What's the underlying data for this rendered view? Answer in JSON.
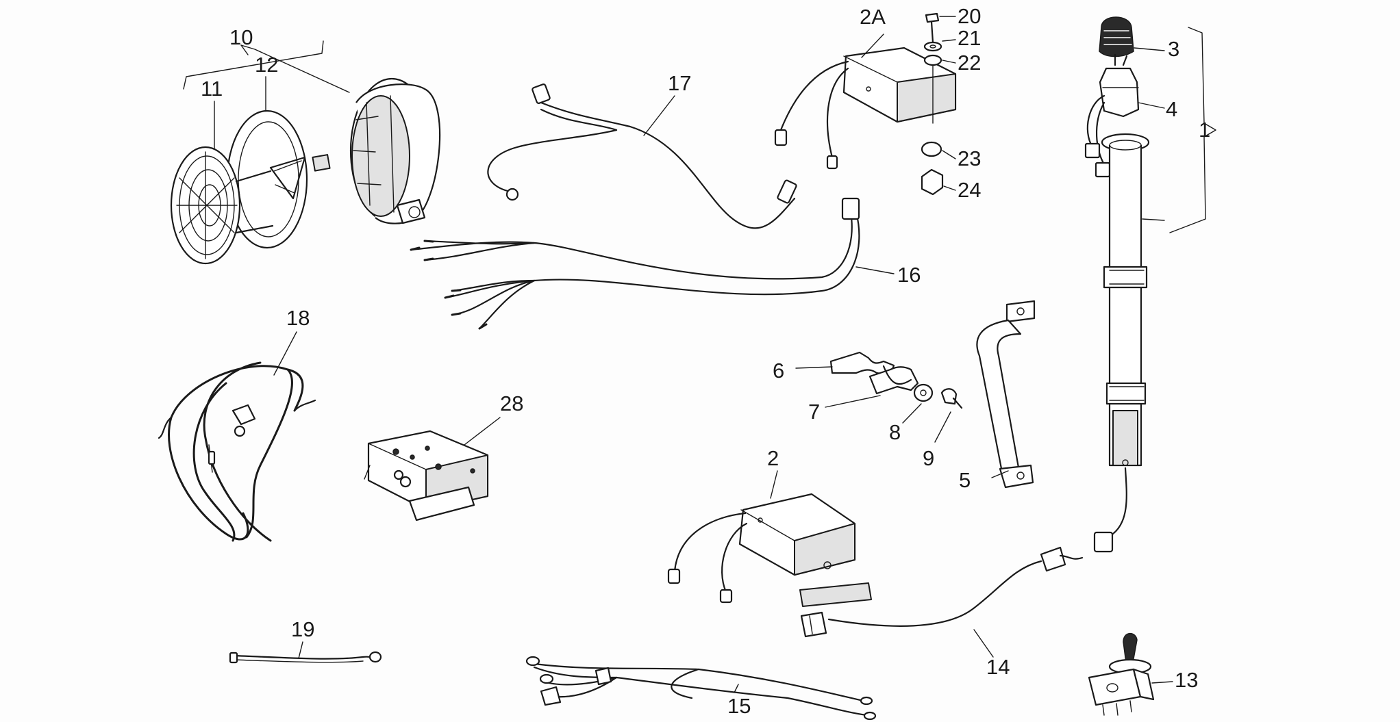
{
  "diagram": {
    "labels": {
      "l1": "1",
      "l2": "2",
      "l2a": "2A",
      "l3": "3",
      "l4": "4",
      "l5": "5",
      "l6": "6",
      "l7": "7",
      "l8": "8",
      "l9": "9",
      "l10": "10",
      "l11": "11",
      "l12": "12",
      "l13": "13",
      "l14": "14",
      "l15": "15",
      "l16": "16",
      "l17": "17",
      "l18": "18",
      "l19": "19",
      "l20": "20",
      "l21": "21",
      "l22": "22",
      "l23": "23",
      "l24": "24",
      "l28": "28"
    }
  }
}
